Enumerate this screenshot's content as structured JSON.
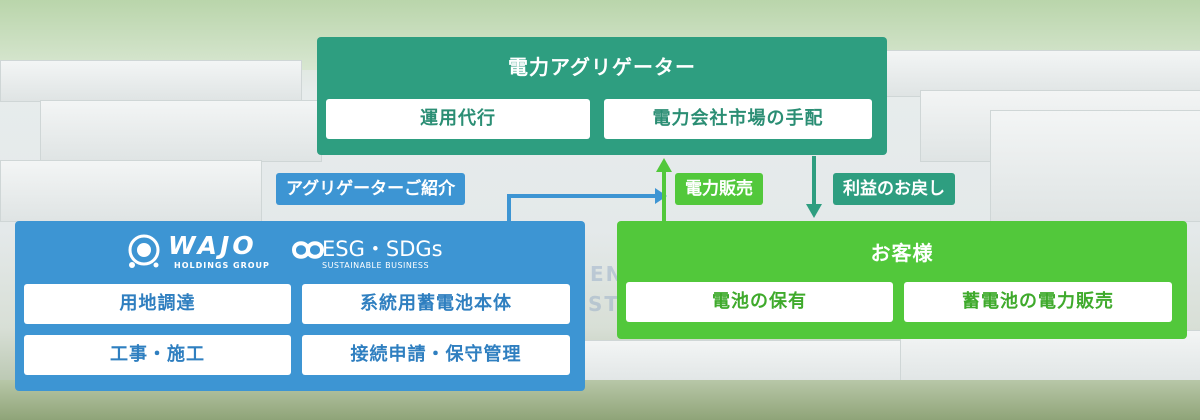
{
  "aggregator": {
    "title": "電力アグリゲーター",
    "services": [
      "運用代行",
      "電力会社市場の手配"
    ]
  },
  "wajo": {
    "logo_name": "WAJO",
    "logo_sub": "HOLDINGS GROUP",
    "esg": "ESG・SDGs",
    "esg_sub": "SUSTAINABLE BUSINESS",
    "services": [
      "用地調達",
      "系統用蓄電池本体",
      "工事・施工",
      "接続申請・保守管理"
    ]
  },
  "customer": {
    "title": "お客様",
    "services": [
      "電池の保有",
      "蓄電池の電力販売"
    ]
  },
  "flows": {
    "introduce": "アグリゲーターご紹介",
    "sale": "電力販売",
    "profit_return": "利益のお戻し"
  },
  "colors": {
    "aggregator": "#2e9e80",
    "wajo": "#3d95d3",
    "customer": "#52c83b"
  }
}
